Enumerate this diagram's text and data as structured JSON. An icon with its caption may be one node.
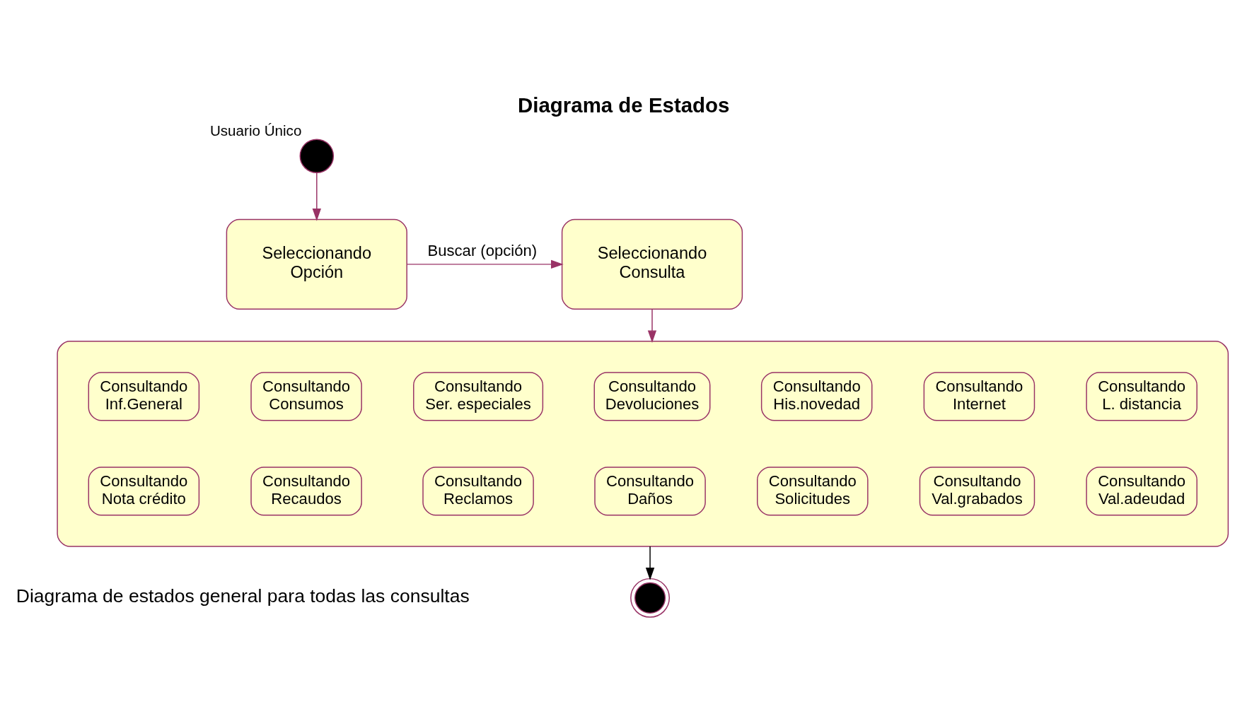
{
  "diagram": {
    "title": "Diagrama de Estados",
    "caption": "Diagrama de estados general para todas las consultas",
    "nodes": [
      {
        "text": [],
        "shape": "circle",
        "beside": [
          "Usuario Único"
        ]
      },
      {
        "text": [
          "Seleccionando Opción"
        ]
      },
      {
        "text": [
          "Seleccionando Consulta"
        ]
      },
      {
        "text": [],
        "shape": "box"
      },
      {
        "text": [
          "Consultando Inf.General"
        ],
        "in": 3
      },
      {
        "text": [
          "Consultando Consumos"
        ],
        "in": 3
      },
      {
        "text": [
          "Consultando Ser. especiales"
        ],
        "in": 3
      },
      {
        "text": [
          "Consultando Devoluciones"
        ],
        "in": 3
      },
      {
        "text": [
          "Consultando His.novedad"
        ],
        "in": 3
      },
      {
        "text": [
          "Consultando Internet"
        ],
        "in": 3
      },
      {
        "text": [
          "Consultando L. distancia"
        ],
        "in": 3
      },
      {
        "text": [
          "Consultando Nota crédito"
        ],
        "in": 3
      },
      {
        "text": [
          "Consultando Recaudos"
        ],
        "in": 3
      },
      {
        "text": [
          "Consultando Reclamos"
        ],
        "in": 3
      },
      {
        "text": [
          "Consultando Daños"
        ],
        "in": 3
      },
      {
        "text": [
          "Consultando Solicitudes"
        ],
        "in": 3
      },
      {
        "text": [
          "Consultando Val.grabados"
        ],
        "in": 3
      },
      {
        "text": [
          "Consultando Val.adeudad"
        ],
        "in": 3
      },
      {
        "text": [],
        "shape": "circle"
      }
    ],
    "edges": [
      {
        "from": 0,
        "to": 1,
        "arrow": "to"
      },
      {
        "from": 1,
        "to": 2,
        "arrow": "to",
        "label": "Buscar (opción)"
      },
      {
        "from": 2,
        "to": 3,
        "arrow": "to"
      },
      {
        "from": 3,
        "to": 18,
        "arrow": "to",
        "color": "#000000"
      }
    ]
  }
}
